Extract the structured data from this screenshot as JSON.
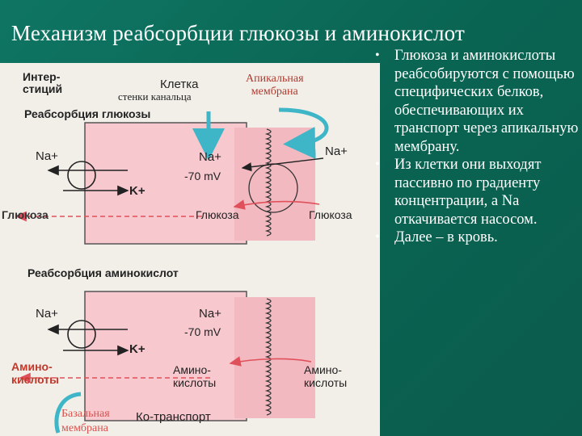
{
  "slide": {
    "title": "Механизм реабсорбции глюкозы и аминокислот"
  },
  "diagram": {
    "interstitium_line1": "Интер-",
    "interstitium_line2": "стиций",
    "cell_label": "Клетка",
    "cell_wall_label": "стенки канальца",
    "apical_membrane_line1": "Апикальная",
    "apical_membrane_line2": "мембрана",
    "glucose_section": {
      "heading": "Реабсорбция глюкозы",
      "na_left": "Na+",
      "na_cell": "Na+",
      "voltage": "-70 mV",
      "na_right": "Na+",
      "k": "K+",
      "glucose_left": "Глюкоза",
      "glucose_cell": "Глюкоза",
      "glucose_right": "Глюкоза"
    },
    "amino_section": {
      "heading": "Реабсорбция аминокислот",
      "na_left": "Na+",
      "na_cell": "Na+",
      "voltage": "-70 mV",
      "k": "K+",
      "amino_left_line1": "Амино-",
      "amino_left_line2": "кислоты",
      "amino_cell_line1": "Амино-",
      "amino_cell_line2": "кислоты",
      "amino_right_line1": "Амино-",
      "amino_right_line2": "кислоты"
    },
    "basal_membrane_line1": "Базальная",
    "basal_membrane_line2": "мембрана",
    "cotransport_label": "Ко-транспорт",
    "colors": {
      "cell_fill": "#f7c9cf",
      "arrow_red": "#e0505a",
      "callout_arrow": "#3fb6c8",
      "membrane": "#333333"
    }
  },
  "bullets": [
    "Глюкоза и аминокислоты реабсобируются с помощью специфических белков, обеспечивающих их транспорт через апикальную мембрану.",
    "Из клетки они выходят пассивно по градиенту концентрации, а Na откачивается насосом.",
    "Далее – в кровь."
  ],
  "icons": {
    "bullet": "bullet-dot"
  }
}
